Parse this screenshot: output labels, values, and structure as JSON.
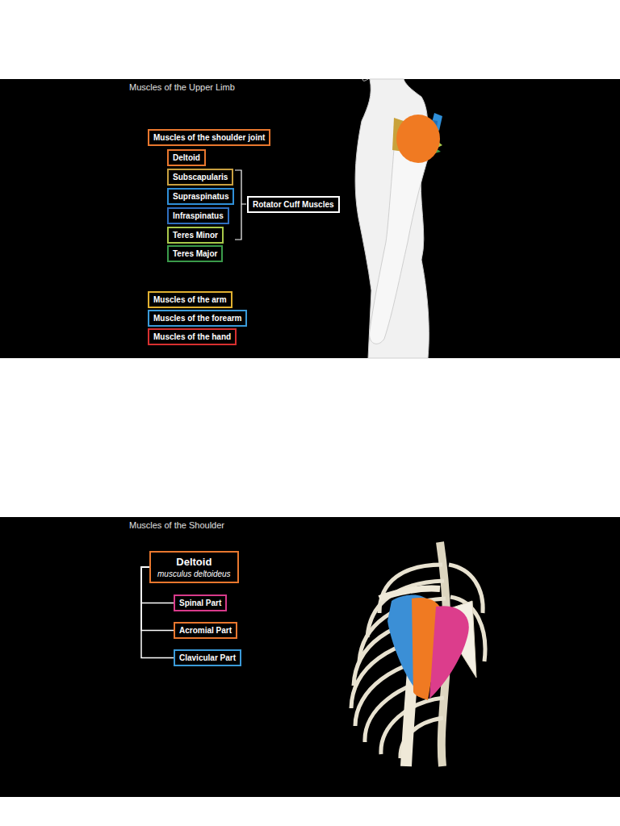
{
  "diagram": {
    "title": "Muscles of the Upper Limb",
    "nodes": [
      {
        "text": [
          "Muscles of the shoulder joint"
        ]
      },
      {
        "text": [
          "Deltoid"
        ]
      },
      {
        "text": [
          "Subscapularis"
        ]
      },
      {
        "text": [
          "Supraspinatus"
        ]
      },
      {
        "text": [
          "Infraspinatus"
        ]
      },
      {
        "text": [
          "Teres Minor"
        ]
      },
      {
        "text": [
          "Teres Major"
        ]
      },
      {
        "text": [
          "Rotator Cuff Muscles"
        ]
      },
      {
        "text": [
          "Muscles of the arm"
        ]
      },
      {
        "text": [
          "Muscles of the forearm"
        ]
      },
      {
        "text": [
          "Muscles of the hand"
        ]
      },
      {
        "text": [
          "Deltoid",
          "musculus deltoideus"
        ]
      },
      {
        "text": [
          "Spinal Part"
        ]
      },
      {
        "text": [
          "Acromial Part"
        ]
      },
      {
        "text": [
          "Clavicular Part"
        ]
      }
    ],
    "edges": [
      {
        "from": 11,
        "to": 12,
        "arrow": "none"
      },
      {
        "from": 11,
        "to": 13,
        "arrow": "none"
      },
      {
        "from": 11,
        "to": 14,
        "arrow": "none"
      }
    ],
    "labels": [
      "Muscles of the Shoulder"
    ]
  }
}
